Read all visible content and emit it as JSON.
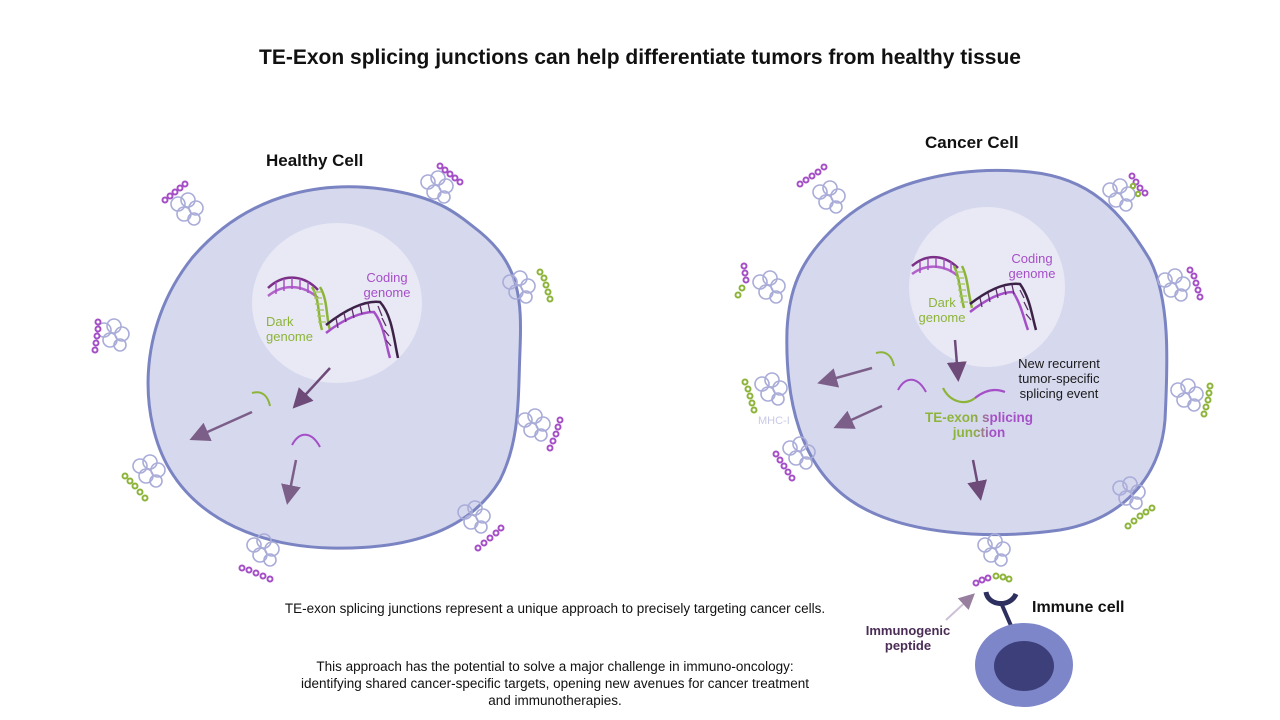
{
  "title": "TE-Exon splicing junctions can help differentiate tumors from healthy tissue",
  "healthy": {
    "label": "Healthy Cell",
    "coding": "Coding genome",
    "dark": "Dark genome"
  },
  "cancer": {
    "label": "Cancer Cell",
    "coding": "Coding genome",
    "dark": "Dark genome",
    "event": "New recurrent tumor-specific splicing event",
    "junction": "TE-exon splicing junction",
    "mhc": "MHC-I"
  },
  "immune": {
    "label": "Immune cell",
    "peptide": "Immunogenic peptide"
  },
  "text": {
    "p1": "TE-exon splicing junctions represent a unique approach to precisely targeting cancer cells.",
    "p2": "This approach has the potential to solve a major challenge in immuno-oncology: identifying shared cancer-specific targets, opening new avenues for cancer treatment and immunotherapies."
  },
  "colors": {
    "cell_fill": "#d6d8ee",
    "cell_stroke": "#7b84c2",
    "nucleus": "#e9e9f5",
    "purple": "#a54fc7",
    "green": "#8db43a",
    "arrow": "#6d4a78",
    "immune_outer": "#7d86c8",
    "immune_inner": "#3d3f7a"
  }
}
